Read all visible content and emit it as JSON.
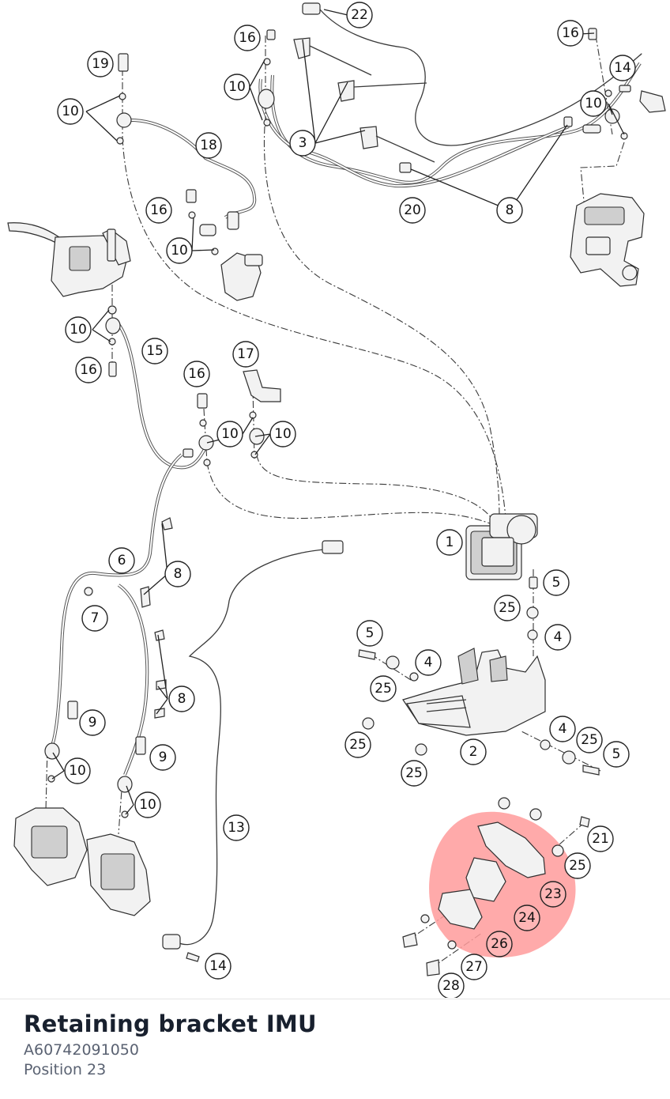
{
  "part": {
    "title": "Retaining bracket IMU",
    "number": "A60742091050",
    "position_label": "Position 23"
  },
  "highlight": {
    "color": "#ff9b9b",
    "position": "23"
  },
  "callouts": {
    "c1": "1",
    "c2": "2",
    "c3": "3",
    "c4": "4",
    "c5": "5",
    "c6": "6",
    "c7": "7",
    "c8": "8",
    "c9": "9",
    "c10": "10",
    "c13": "13",
    "c14": "14",
    "c15": "15",
    "c16": "16",
    "c17": "17",
    "c18": "18",
    "c19": "19",
    "c20": "20",
    "c21": "21",
    "c22": "22",
    "c23": "23",
    "c24": "24",
    "c25": "25",
    "c26": "26",
    "c27": "27",
    "c28": "28"
  }
}
